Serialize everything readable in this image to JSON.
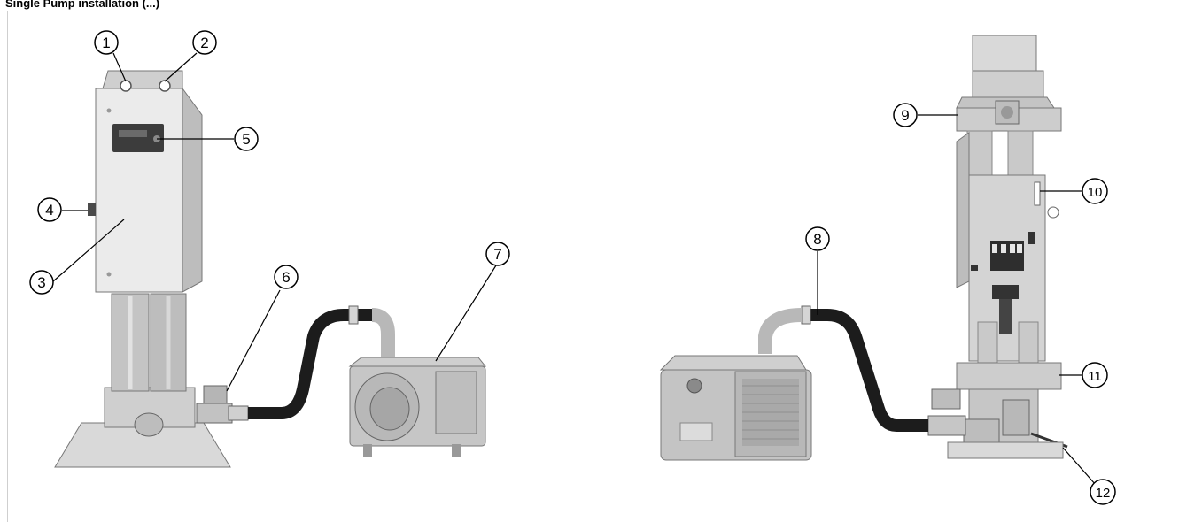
{
  "title": "Single Pump installation (...)",
  "callouts": [
    "1",
    "2",
    "3",
    "4",
    "5",
    "6",
    "7",
    "8",
    "9",
    "10",
    "11",
    "12"
  ],
  "colors": {
    "cabinet_panel": "#ebebeb",
    "metal_light": "#d6d6d6",
    "metal_mid": "#bdbdbd",
    "metal_dark": "#8d8d8d",
    "hose": "#1c1c1c",
    "outline": "#555555"
  }
}
